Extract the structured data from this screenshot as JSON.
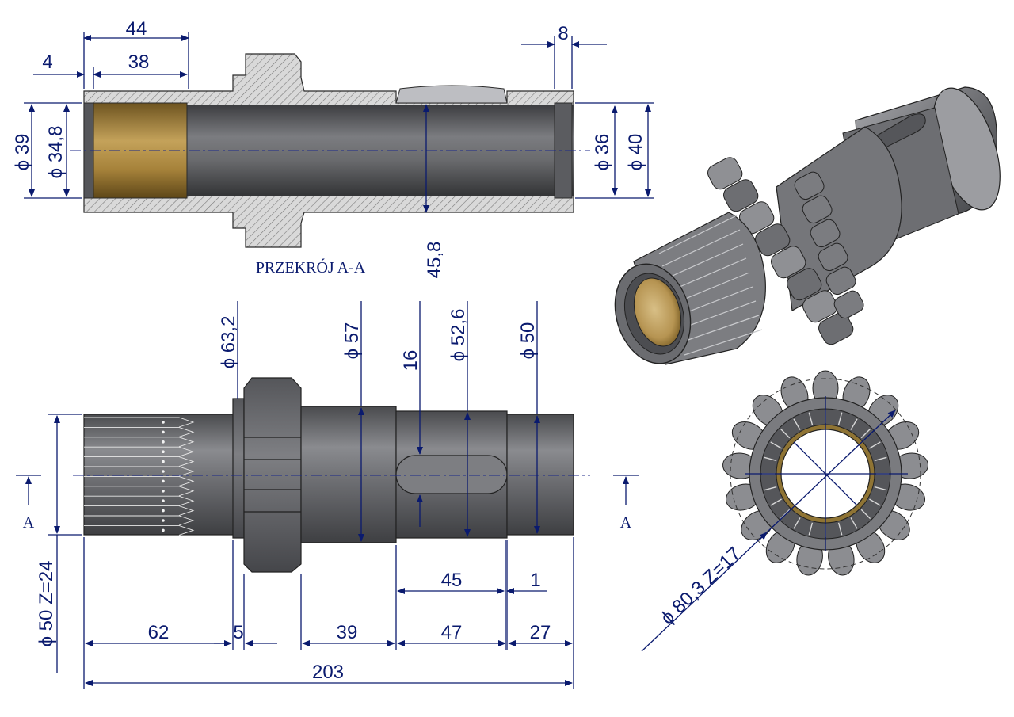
{
  "section": {
    "caption": "PRZEKRÓJ A-A",
    "dims": {
      "d44": "44",
      "d4": "4",
      "d38": "38",
      "d8": "8",
      "dia39": "ϕ 39",
      "dia34_8": "ϕ 34,8",
      "dia36": "ϕ 36",
      "dia40": "ϕ 40",
      "d45_8": "45,8"
    }
  },
  "side_view": {
    "section_marker_letter": "A",
    "dims": {
      "dia63_2": "ϕ 63,2",
      "dia57": "ϕ 57",
      "d16": "16",
      "dia52_6": "ϕ 52,6",
      "dia50": "ϕ 50",
      "dia50_z24": "ϕ 50  Z=24",
      "d62": "62",
      "d5": "5",
      "d39": "39",
      "d47": "47",
      "d27": "27",
      "d45": "45",
      "d1": "1",
      "d203": "203"
    }
  },
  "end_view": {
    "dims": {
      "dia80_3_z17": "ϕ 80,3  Z=17"
    }
  },
  "colors": {
    "dimension": "#0a1a6e",
    "steel": "#6f7073",
    "bronze": "#b08a3e",
    "hatch": "#8a8a8a"
  },
  "icons": [
    "shaft-section-drawing",
    "shaft-side-view",
    "shaft-3d-render",
    "gear-end-view"
  ]
}
